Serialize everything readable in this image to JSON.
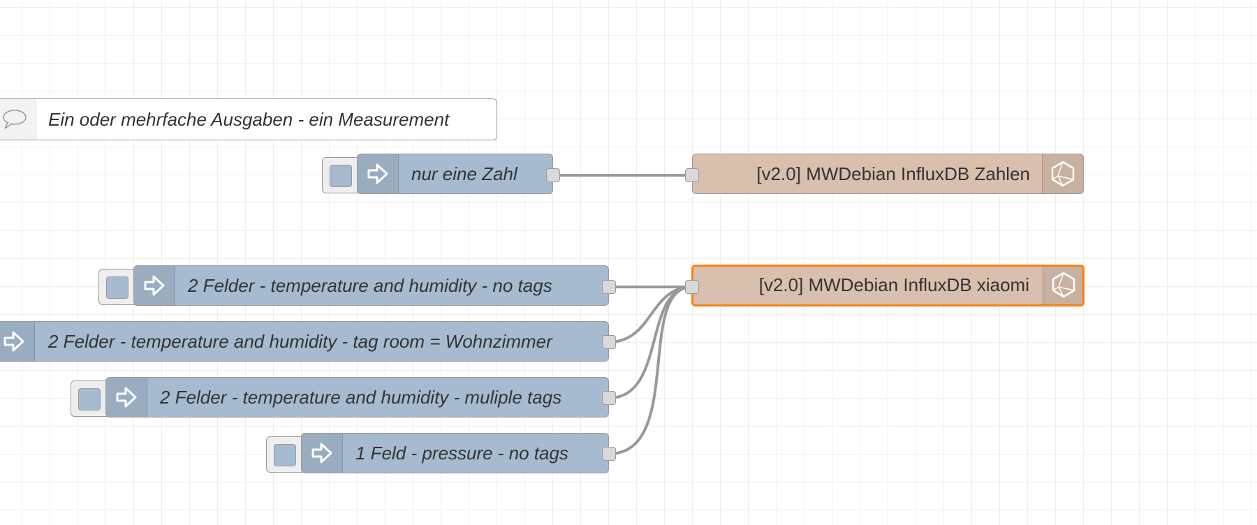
{
  "comment": {
    "label": "Ein oder mehrfache Ausgaben - ein Measurement",
    "icon": "comment-icon"
  },
  "inject_nodes": [
    {
      "label": "nur eine Zahl",
      "icon": "inject-arrow-icon"
    },
    {
      "label": "2 Felder - temperature and humidity - no tags",
      "icon": "inject-arrow-icon"
    },
    {
      "label": "2 Felder - temperature and humidity - tag room = Wohnzimmer",
      "icon": "inject-arrow-icon"
    },
    {
      "label": "2 Felder - temperature and humidity - muliple tags",
      "icon": "inject-arrow-icon"
    },
    {
      "label": "1 Feld - pressure - no tags",
      "icon": "inject-arrow-icon"
    }
  ],
  "influx_nodes": [
    {
      "label": "[v2.0] MWDebian InfluxDB Zahlen",
      "icon": "influxdb-icon",
      "selected": false
    },
    {
      "label": "[v2.0] MWDebian InfluxDB xiaomi",
      "icon": "influxdb-icon",
      "selected": true
    }
  ],
  "colors": {
    "inject_node": "#a6bbcf",
    "influx_node": "#d8bfae",
    "selection": "#ff7f0e",
    "wire": "#999999",
    "grid": "#eeeeee"
  }
}
